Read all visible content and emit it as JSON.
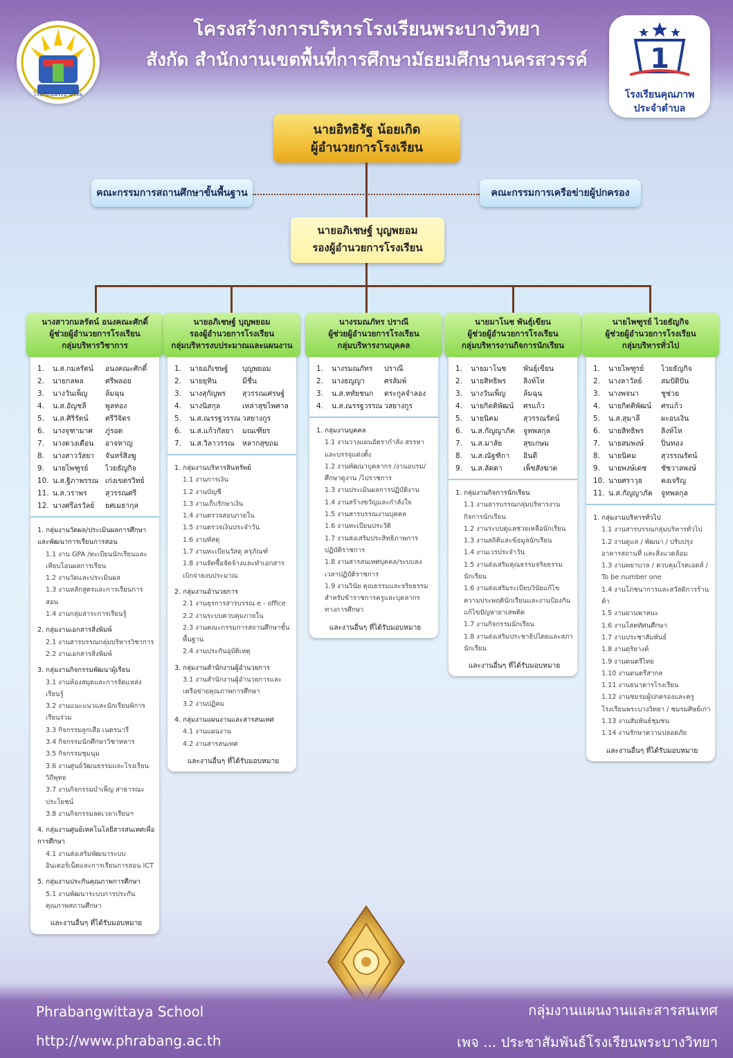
{
  "header": {
    "title": "โครงสร้างการบริหารโรงเรียนพระบางวิทยา",
    "subtitle": "สังกัด สำนักงานเขตพื้นที่การศึกษามัธยมศึกษานครสวรรค์",
    "left_logo_text": "โรงเรียนพระบางวิทยา",
    "right_logo_caption_1": "โรงเรียนคุณภาพ",
    "right_logo_caption_2": "ประจำตำบล"
  },
  "director": {
    "name": "นายอิทธิรัฐ น้อยเกิด",
    "title": "ผู้อำนวยการโรงเรียน"
  },
  "committees": {
    "left": "คณะกรรมการสถานศึกษาขั้นพื้นฐาน",
    "right": "คณะกรรมการเครือข่ายผู้ปกครอง"
  },
  "deputy": {
    "name": "นายอภิเชษฐ์ บุญพยอม",
    "title": "รองผู้อำนวยการโรงเรียน"
  },
  "groups": [
    {
      "head": [
        "นางสาวกมลรัตน์ อนงคณะศักดิ์",
        "ผู้ช่วยผู้อำนวยการโรงเรียน",
        "กลุ่มบริหารวิชาการ"
      ],
      "members": [
        [
          "1.",
          "น.ส.กมลรัตน์",
          "อนงคณะศักดิ์"
        ],
        [
          "2.",
          "นายกลพล",
          "ศรีพลอย"
        ],
        [
          "3.",
          "นางวันเพ็ญ",
          "ล้มฉุน"
        ],
        [
          "4.",
          "น.ส.อัญชลี",
          "พูลทอง"
        ],
        [
          "5.",
          "น.ส.ศิริรัตน์",
          "ศรีวิจิตร"
        ],
        [
          "6.",
          "นางจุฑามาศ",
          "ภู่รอด"
        ],
        [
          "7.",
          "นางดวงเดือน",
          "อาจหาญ"
        ],
        [
          "8.",
          "นางสาววัสยา",
          "จันทร์สิงฆู"
        ],
        [
          "9.",
          "นายไพฑูรย์",
          "ไวยธัญกิจ"
        ],
        [
          "10.",
          "น.ส.ฐิภาพรรณ",
          "เก่งเขตรวิทย์"
        ],
        [
          "11.",
          "น.ส.วราพร",
          "สุวรรณศรี"
        ],
        [
          "12.",
          "นางศรีอรวัลย์",
          "ยศเมธากุล"
        ]
      ],
      "tasks": [
        {
          "h": "1. กลุ่มงานวัดผล/ประเมินผลการศึกษาและพัฒนาการเรียนการสอน",
          "items": [
            "1.1 งาน GPA /ทะเบียนนักเรียนและเทียบโอนผลการเรียน",
            "1.2 งานวัดและประเมินผล",
            "1.3 งานหลักสูตรและการเรียนการสอน",
            "1.4 งานกลุ่มสาระการเรียนรู้"
          ]
        },
        {
          "h": "2. กลุ่มงานเอกสารสิ่งพิมพ์",
          "items": [
            "2.1 งานสารบรรณกลุ่มบริหารวิชาการ",
            "2.2 งานเอกสารสิ่งพิมพ์"
          ]
        },
        {
          "h": "3. กลุ่มงานกิจกรรมพัฒนาผู้เรียน",
          "items": [
            "3.1 งานห้องสมุดและการจัดแหล่งเรียนรู้",
            "3.2 งานแนะแนวและนักเรียนพิการเรียนร่วม",
            "3.3 กิจกรรมลูกเสือ เนตรนารี",
            "3.4 กิจกรรมนักศึกษาวิชาทหาร",
            "3.5 กิจกรรมชุมนุม",
            "3.6 งานศูนย์วัฒนธรรมและโรงเรียนวิถีพุทธ",
            "3.7 งานกิจกรรมบำเพ็ญ สาธารณะประโยชน์",
            "3.8 งานกิจกรรมลดเวลาเรียนฯ"
          ]
        },
        {
          "h": "4. กลุ่มงานศูนย์เทคโนโลยีสารสนเทศเพื่อการศึกษา",
          "items": [
            "4.1 งานส่งเสริมพัฒนาระบบอินเตอร์เน็ตและการเรียนการสอน ICT"
          ]
        },
        {
          "h": "5. กลุ่มงานประกันคุณภาพการศึกษา",
          "items": [
            "5.1 งานพัฒนาระบบการประกันคุณภาพสถานศึกษา"
          ]
        }
      ],
      "other": "และงานอื่นๆ ที่ได้รับมอบหมาย"
    },
    {
      "head": [
        "นายอภิเชษฐ์ บุญพยอม",
        "รองผู้อำนวยการโรงเรียน",
        "กลุ่มบริหารงบประมาณและแผนงาน"
      ],
      "members": [
        [
          "1.",
          "นายอภิเชษฐ์",
          "บุญพยอม"
        ],
        [
          "2.",
          "นายยุทิน",
          "มีชื่น"
        ],
        [
          "3.",
          "นางสุกัญพร",
          "สุวรรณเศรษฐ์"
        ],
        [
          "4.",
          "นางนิสกุล",
          "เหล่าสุขไพศาล"
        ],
        [
          "5.",
          "น.ส.ณรรฐวรรณ",
          "วสยางกูร"
        ],
        [
          "6.",
          "น.ส.แก้วกัลยา",
          "มณเฑียร"
        ],
        [
          "7.",
          "น.ส.วิลาวรรณ",
          "หลากสุขถม"
        ]
      ],
      "tasks": [
        {
          "h": "1. กลุ่มงานบริหารสินทรัพย์",
          "items": [
            "1.1 งานการเงิน",
            "1.2 งานบัญชี",
            "1.3 งานเก็บรักษาเงิน",
            "1.4 งานตรวจสอบภายใน",
            "1.5 งานตรวจเงินประจำวัน",
            "1.6 งานพัสดุ",
            "1.7 งานทะเบียนวัสดุ ครุภัณฑ์",
            "1.8 งานจัดซื้อจัดจ้างและทำเอกสารเบิกจ่ายงบประมาณ"
          ]
        },
        {
          "h": "2. กลุ่มงานอำนวยการ",
          "items": [
            "2.1 งานธุรการสารบรรณ e - office",
            "2.2 งานระบบควบคุมภายใน",
            "2.3 งานคณะกรรมการสถานศึกษาขั้นพื้นฐาน",
            "2.4 งานประกันอุบัติเหตุ"
          ]
        },
        {
          "h": "3. กลุ่มงานสำนักงานผู้อำนวยการ",
          "items": [
            "3.1 งานสำนักงานผู้อำนวยการและเครือข่ายคุณภาพการศึกษา",
            "3.2 งานปฏิคม"
          ]
        },
        {
          "h": "4. กลุ่มงานแผนงานและสารสนเทศ",
          "items": [
            "4.1 งานแผนงาน",
            "4.2 งานสารสนเทศ"
          ]
        }
      ],
      "other": "และงานอื่นๆ ที่ได้รับมอบหมาย"
    },
    {
      "head": [
        "นางรมณภัทร ปราณี",
        "ผู้ช่วยผู้อำนวยการโรงเรียน",
        "กลุ่มบริหารงานบุคคล"
      ],
      "members": [
        [
          "1.",
          "นางรมณภัทร",
          "ปราณี"
        ],
        [
          "2.",
          "นางธญญา",
          "ศรลัมพ์"
        ],
        [
          "3.",
          "น.ส.หทัยชนก",
          "ตระกูลจำลอง"
        ],
        [
          "4.",
          "น.ส.ณรรฐวรรณ",
          "วสยางกูร"
        ]
      ],
      "tasks": [
        {
          "h": "1. กลุ่มงานบุคคล",
          "items": [
            "1.1 งานวางแผนอัตรากำลัง สรรหาและบรรจุแต่งตั้ง",
            "1.2 งานพัฒนาบุคลากร /งานอบรม/ศึกษาดูงาน /ไปราชการ",
            "1.3 งานประเมินผลการปฏิบัติงาน",
            "1.4 งานสร้างขวัญและกำลังใจ",
            "1.5 งานสารบรรณงานบุคคล",
            "1.6 งานทะเบียนประวัติ",
            "1.7 งานส่งเสริมประสิทธิภาพการปฏิบัติราชการ",
            "1.8 งานสารสนเทศบุคคล/ระบบลงเวลาปฏิบัติราชการ",
            "1.9 งานวินัย คุณธรรมและจริยธรรมสำหรับข้าราชการครูและบุคลากรทางการศึกษา"
          ]
        }
      ],
      "other": "และงานอื่นๆ ที่ได้รับมอบหมาย"
    },
    {
      "head": [
        "นายมาโนช พันธุ์เขียน",
        "ผู้ช่วยผู้อำนวยการโรงเรียน",
        "กลุ่มบริหารงานกิจการนักเรียน"
      ],
      "members": [
        [
          "1.",
          "นายมาโนช",
          "พันธุ์เขียน"
        ],
        [
          "2.",
          "นายสิทธิพร",
          "ลิงห์โห"
        ],
        [
          "3.",
          "นางวันเพ็ญ",
          "ล้มฉุน"
        ],
        [
          "4.",
          "นายกิตติพัฒน์",
          "ศรแก้ว"
        ],
        [
          "5.",
          "นายนิคม",
          "สุวรรณรัตน์"
        ],
        [
          "6.",
          "น.ส.กัญญาภัค",
          "จูทพลกุล"
        ],
        [
          "7.",
          "น.ส.มาลัย",
          "สุขเกษม"
        ],
        [
          "8.",
          "น.ส.ณัฐฑิกา",
          "อินตี"
        ],
        [
          "9.",
          "น.ส.ลัดดา",
          "เพ็ชสังฆาต"
        ]
      ],
      "tasks": [
        {
          "h": "1. กลุ่มงานกิจการนักเรียน",
          "items": [
            "1.1 งานสารบรรณกลุ่มบริหารงานกิจการนักเรียน",
            "1.2 งานระบบดูแลช่วยเหลือนักเรียน",
            "1.3 งานสถิติและข้อมูลนักเรียน",
            "1.4 งานเวรประจำวัน",
            "1.5 งานส่งเสริมคุณธรรมจริยธรรมนักเรียน",
            "1.6 งานส่งเสริมระเบียบวินัยแก้ไขความประพฤตินักเรียนและงานป้องกันแก้ไขปัญหายาเสพติด",
            "1.7 งานกิจกรรมนักเรียน",
            "1.8 งานส่งเสริมประชาธิปไตยและสภานักเรียน"
          ]
        }
      ],
      "other": "และงานอื่นๆ ที่ได้รับมอบหมาย"
    },
    {
      "head": [
        "นายไพฑูรย์ ไวยธัญกิจ",
        "ผู้ช่วยผู้อำนวยการโรงเรียน",
        "กลุ่มบริหารทั่วไป"
      ],
      "members": [
        [
          "1.",
          "นายไพฑูรย์",
          "ไวยธัญกิจ"
        ],
        [
          "2.",
          "นางลาวัลย์",
          "สมปัติปัน"
        ],
        [
          "3.",
          "นางพจนา",
          "ชูช่วย"
        ],
        [
          "4.",
          "นายกิตติพัฒน์",
          "ศรแก้ว"
        ],
        [
          "5.",
          "น.ส.สุมาลี",
          "ผะอบเงิน"
        ],
        [
          "6.",
          "นายสิทธิพร",
          "ลิงห์โห"
        ],
        [
          "7.",
          "นายสมพงษ์",
          "ปิ่นทอง"
        ],
        [
          "8.",
          "นายนิคม",
          "สุวรรณรัตน์"
        ],
        [
          "9.",
          "นายพงษ์เดช",
          "ชัชวาลพงษ์"
        ],
        [
          "10.",
          "นายศราวุธ",
          "คงเจริญ"
        ],
        [
          "11.",
          "น.ส.กัญญาภัค",
          "จูทพลกุล"
        ]
      ],
      "tasks": [
        {
          "h": "1. กลุ่มงานบริหารทั่วไป",
          "items": [
            "1.1 งานสารบรรณกลุ่มบริหารทั่วไป",
            "1.2 งานดูแล / พัฒนา / ปรับปรุงอาคารสถานที่ และสิ่งแวดล้อม",
            "1.3 งานพยาบาล / ควบคุมโรคเอดส์ / To be number one",
            "1.4 งานโภชนาการและสวัสดิการร้านค้า",
            "1.5 งานยานพาหนะ",
            "1.6 งานโสตทัศนศึกษา",
            "1.7 งานประชาสัมพันธ์",
            "1.8 งานดุริยางค์",
            "1.9 งานดนตรีไทย",
            "1.10 งานดนตรีสากล",
            "1.11 งานธนาคารโรงเรียน",
            "1.12 งานชมรมผู้ปกครองและครูโรงเรียนพระบางวิทยา / ชมรมศิษย์เก่า",
            "1.13 งานสัมพันธ์ชุมชน",
            "1.14 งานรักษาความปลอดภัย"
          ]
        }
      ],
      "other": "และงานอื่นๆ ที่ได้รับมอบหมาย"
    }
  ],
  "footer": {
    "school_en": "Phrabangwittaya School",
    "url": "http://www.phrabang.ac.th",
    "dept": "กลุ่มงานแผนงานและสารสนเทศ",
    "page": "เพจ ... ประชาสัมพันธ์โรงเรียนพระบางวิทยา"
  }
}
